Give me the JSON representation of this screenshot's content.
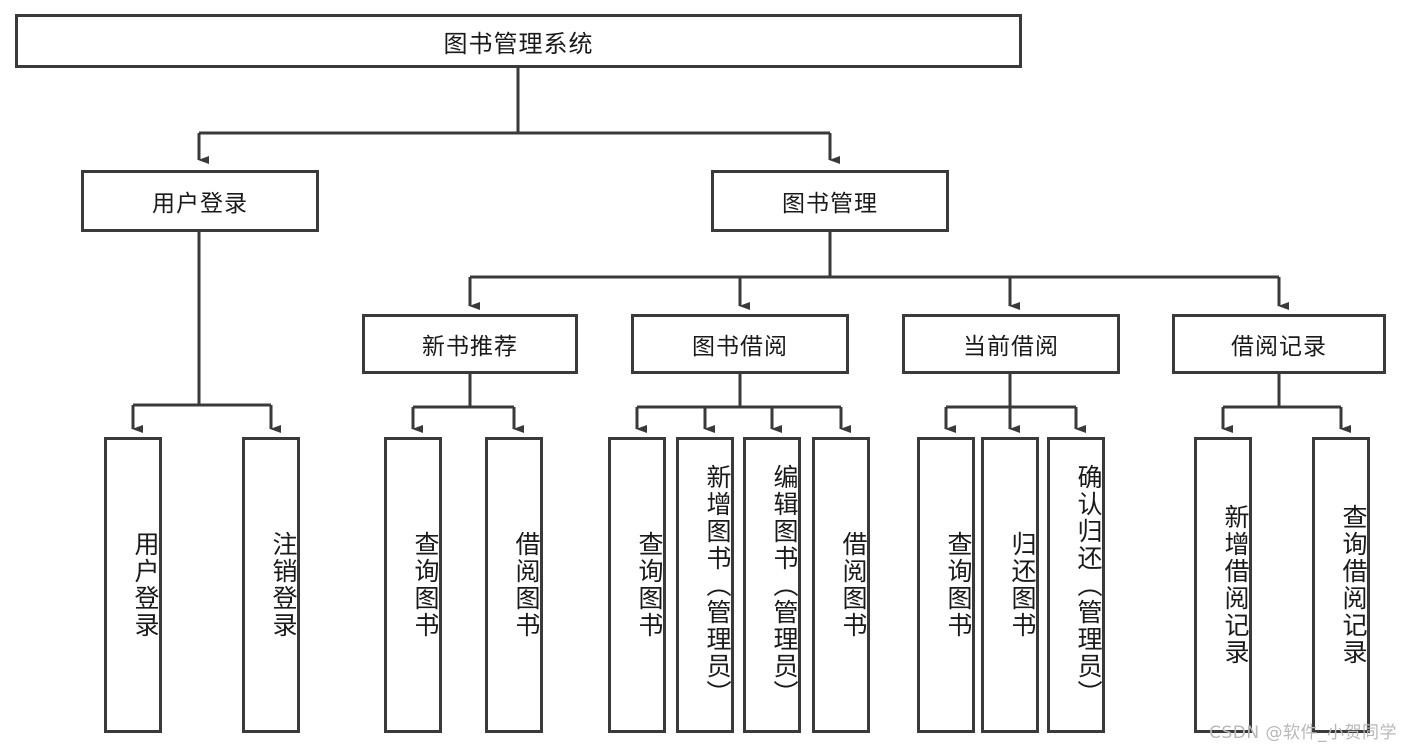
{
  "diagram": {
    "title": "图书管理系统",
    "root": {
      "label": "图书管理系统"
    },
    "level2": [
      {
        "label": "用户登录"
      },
      {
        "label": "图书管理"
      }
    ],
    "level3": [
      {
        "label": "新书推荐"
      },
      {
        "label": "图书借阅"
      },
      {
        "label": "当前借阅"
      },
      {
        "label": "借阅记录"
      }
    ],
    "leaves_user_login": [
      {
        "label": "用户登录"
      },
      {
        "label": "注销登录"
      }
    ],
    "leaves_new_book": [
      {
        "label": "查询图书"
      },
      {
        "label": "借阅图书"
      }
    ],
    "leaves_borrow": [
      {
        "label": "查询图书"
      },
      {
        "label": "新增图书（管理员）"
      },
      {
        "label": "编辑图书（管理员）"
      },
      {
        "label": "借阅图书"
      }
    ],
    "leaves_current": [
      {
        "label": "查询图书"
      },
      {
        "label": "归还图书"
      },
      {
        "label": "确认归还（管理员）"
      }
    ],
    "leaves_records": [
      {
        "label": "新增借阅记录"
      },
      {
        "label": "查询借阅记录"
      }
    ],
    "watermark": "CSDN @软件_小贺同学",
    "colors": {
      "stroke": "#3a3a3a",
      "fill": "#ffffff",
      "text": "#1a1a1a",
      "watermark": "#b8b8b8"
    }
  }
}
